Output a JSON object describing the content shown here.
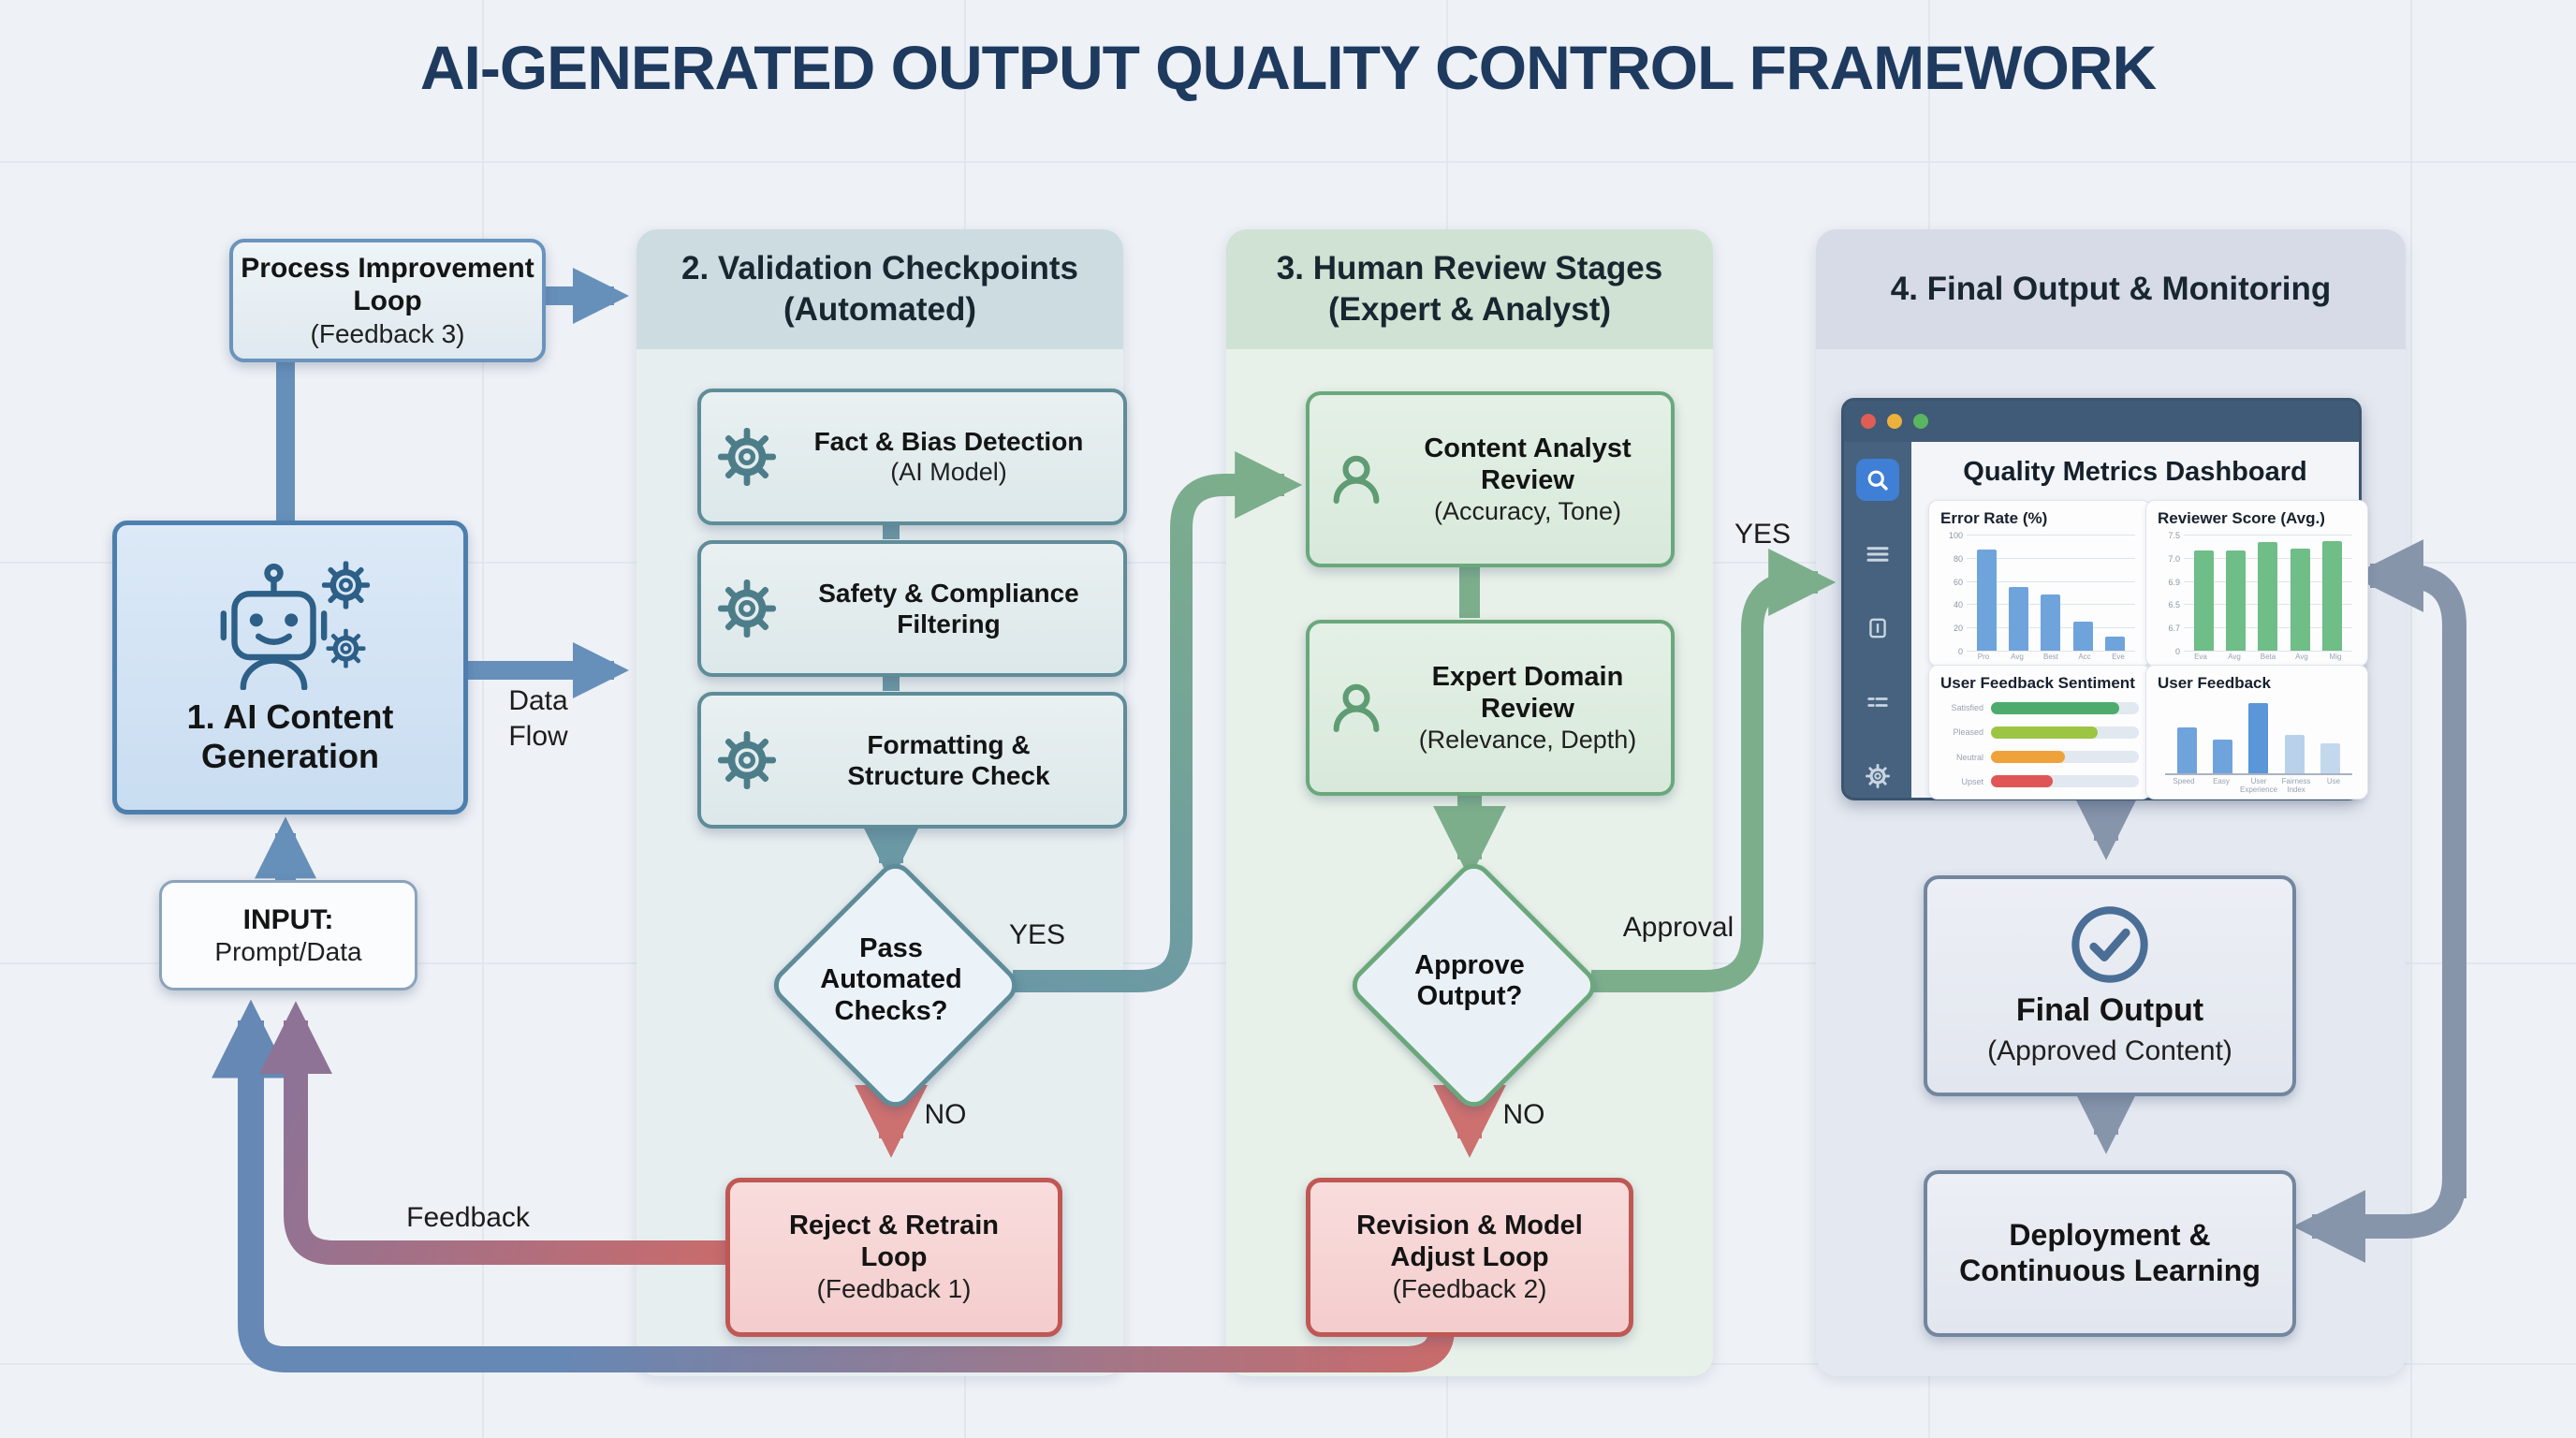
{
  "title": "AI-GENERATED OUTPUT QUALITY CONTROL FRAMEWORK",
  "labels": {
    "data_flow_1": "Data",
    "data_flow_2": "Flow",
    "feedback": "Feedback",
    "yes_stage2": "YES",
    "no_stage2": "NO",
    "yes_stage3": "YES",
    "no_stage3": "NO",
    "approval": "Approval"
  },
  "stage1": {
    "process_loop_title": "Process Improvement Loop",
    "process_loop_sub": "(Feedback 3)",
    "ai_title": "1. AI Content Generation",
    "input_title": "INPUT:",
    "input_sub": "Prompt/Data"
  },
  "stage2": {
    "header": "2. Validation Checkpoints",
    "header_sub": "(Automated)",
    "box1_title": "Fact & Bias Detection",
    "box1_sub": "(AI Model)",
    "box2_title": "Safety & Compliance Filtering",
    "box3_title": "Formatting & Structure Check",
    "decision": "Pass Automated Checks?",
    "reject_title": "Reject & Retrain Loop",
    "reject_sub": "(Feedback 1)"
  },
  "stage3": {
    "header": "3. Human Review Stages",
    "header_sub": "(Expert & Analyst)",
    "box1_title": "Content Analyst Review",
    "box1_sub": "(Accuracy, Tone)",
    "box2_title": "Expert Domain Review",
    "box2_sub": "(Relevance, Depth)",
    "decision": "Approve Output?",
    "revision_title": "Revision & Model Adjust Loop",
    "revision_sub": "(Feedback 2)"
  },
  "stage4": {
    "header": "4. Final Output & Monitoring",
    "dashboard_title": "Quality Metrics Dashboard",
    "final_title": "Final Output",
    "final_sub": "(Approved Content)",
    "deploy_title": "Deployment & Continuous Learning"
  },
  "chart_data": [
    {
      "type": "bar",
      "title": "Error Rate (%)",
      "categories": [
        "Pro",
        "Avg",
        "Best",
        "Acc",
        "Eve"
      ],
      "values": [
        87,
        55,
        48,
        25,
        12
      ],
      "ylim": [
        0,
        100
      ],
      "yticks": [
        "100",
        "80",
        "60",
        "40",
        "20",
        "0"
      ],
      "color": "#6fa3dc",
      "grid": true,
      "legend": "none"
    },
    {
      "type": "bar",
      "title": "Reviewer Score (Avg.)",
      "categories": [
        "Eva",
        "Avg",
        "Beta",
        "Avg",
        "Mig"
      ],
      "values": [
        6.5,
        6.5,
        7.0,
        6.6,
        7.05
      ],
      "ylim": [
        0,
        7.5
      ],
      "yticks": [
        "7.5",
        "7.0",
        "6.9",
        "6.5",
        "6.7",
        "0"
      ],
      "color": "#6fbd87",
      "grid": true,
      "legend": "none"
    },
    {
      "type": "hbar",
      "title": "User Feedback Sentiment",
      "categories": [
        "Satisfied",
        "Pleased",
        "Neutral",
        "Upset"
      ],
      "values": [
        87,
        72,
        50,
        42
      ],
      "xlim": [
        0,
        100
      ],
      "colors": [
        "#4cab6d",
        "#9dc544",
        "#f0a23a",
        "#e05656"
      ],
      "track_color": "#e2e8ef",
      "legend": "none"
    },
    {
      "type": "bar",
      "title": "User Feedback",
      "categories": [
        "Speed",
        "Easy",
        "User Experience",
        "Fairness Index",
        "Use"
      ],
      "values": [
        62,
        45,
        95,
        52,
        40
      ],
      "ylim": [
        0,
        100
      ],
      "bar_colors": [
        "#6fa3dc",
        "#6fa3dc",
        "#5b96d8",
        "#b9d2ea",
        "#c3d8ec"
      ],
      "grid": false,
      "legend": "none"
    }
  ],
  "colors": {
    "title_navy": "#1e3a5f",
    "flow_blue": "#6690ba",
    "flow_teal": "#6b98a5",
    "flow_green": "#7cae8c",
    "flow_red": "#cd7070",
    "flow_gray": "#8795ab"
  }
}
